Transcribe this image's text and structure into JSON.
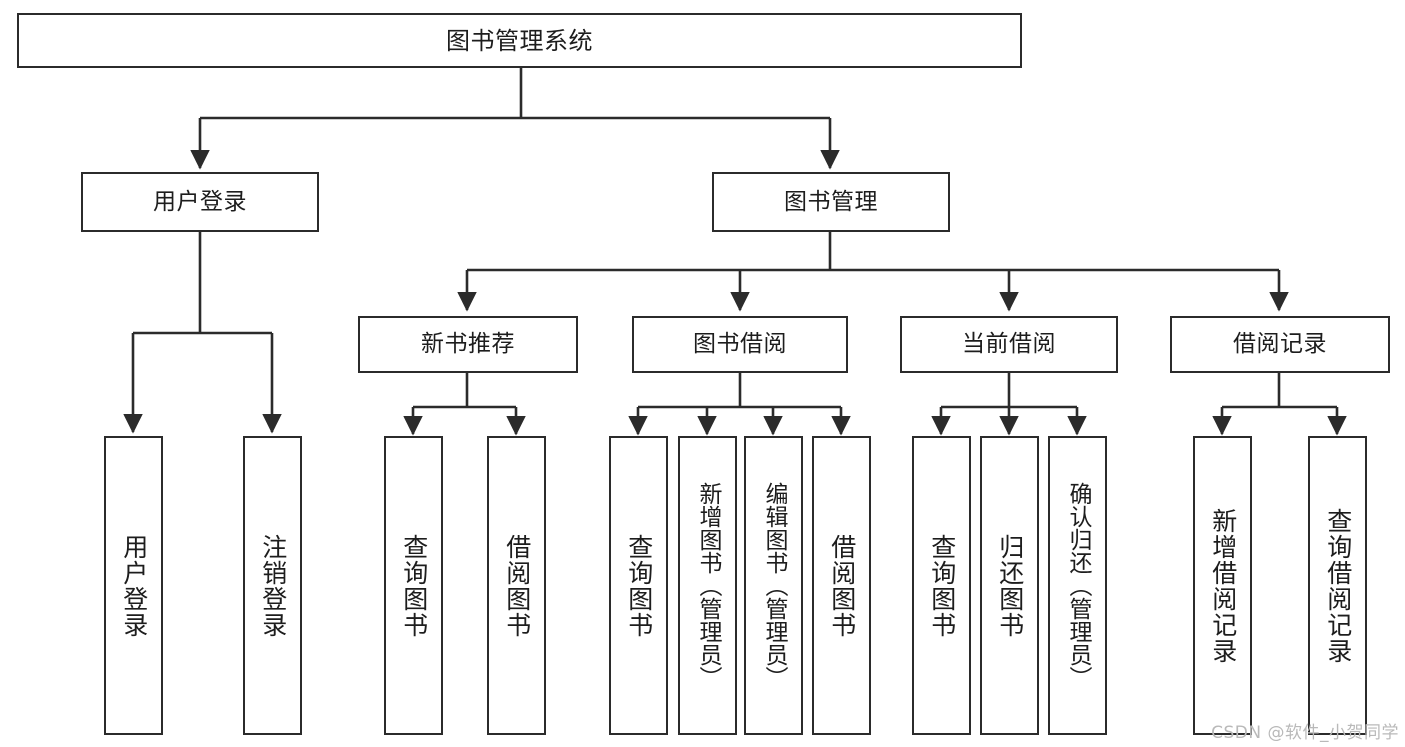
{
  "diagram": {
    "title": "图书管理系统",
    "type": "tree-hierarchy",
    "nodes": {
      "root": {
        "label": "图书管理系统"
      },
      "level2": [
        {
          "id": "user-login",
          "label": "用户登录"
        },
        {
          "id": "book-management",
          "label": "图书管理"
        }
      ],
      "level3": [
        {
          "id": "new-book-recommend",
          "label": "新书推荐"
        },
        {
          "id": "book-borrow",
          "label": "图书借阅"
        },
        {
          "id": "current-borrow",
          "label": "当前借阅"
        },
        {
          "id": "borrow-record",
          "label": "借阅记录"
        }
      ],
      "leaves": {
        "user-login": [
          {
            "id": "leaf-user-login",
            "label": "用户登录"
          },
          {
            "id": "leaf-user-logout",
            "label": "注销登录"
          }
        ],
        "new-book-recommend": [
          {
            "id": "leaf-query-book-1",
            "label": "查询图书"
          },
          {
            "id": "leaf-borrow-book-1",
            "label": "借阅图书"
          }
        ],
        "book-borrow": [
          {
            "id": "leaf-query-book-2",
            "label": "查询图书"
          },
          {
            "id": "leaf-add-book",
            "label": "新增图书（管理员）"
          },
          {
            "id": "leaf-edit-book",
            "label": "编辑图书（管理员）"
          },
          {
            "id": "leaf-borrow-book-2",
            "label": "借阅图书"
          }
        ],
        "current-borrow": [
          {
            "id": "leaf-query-book-3",
            "label": "查询图书"
          },
          {
            "id": "leaf-return-book",
            "label": "归还图书"
          },
          {
            "id": "leaf-confirm-return",
            "label": "确认归还（管理员）"
          }
        ],
        "borrow-record": [
          {
            "id": "leaf-add-record",
            "label": "新增借阅记录"
          },
          {
            "id": "leaf-query-record",
            "label": "查询借阅记录"
          }
        ]
      }
    },
    "watermark": "CSDN @软件_小贺同学",
    "colors": {
      "stroke": "#2b2b2b",
      "fill": "#ffffff",
      "text": "#1d1d1d",
      "watermark": "#b9b9b9"
    }
  }
}
